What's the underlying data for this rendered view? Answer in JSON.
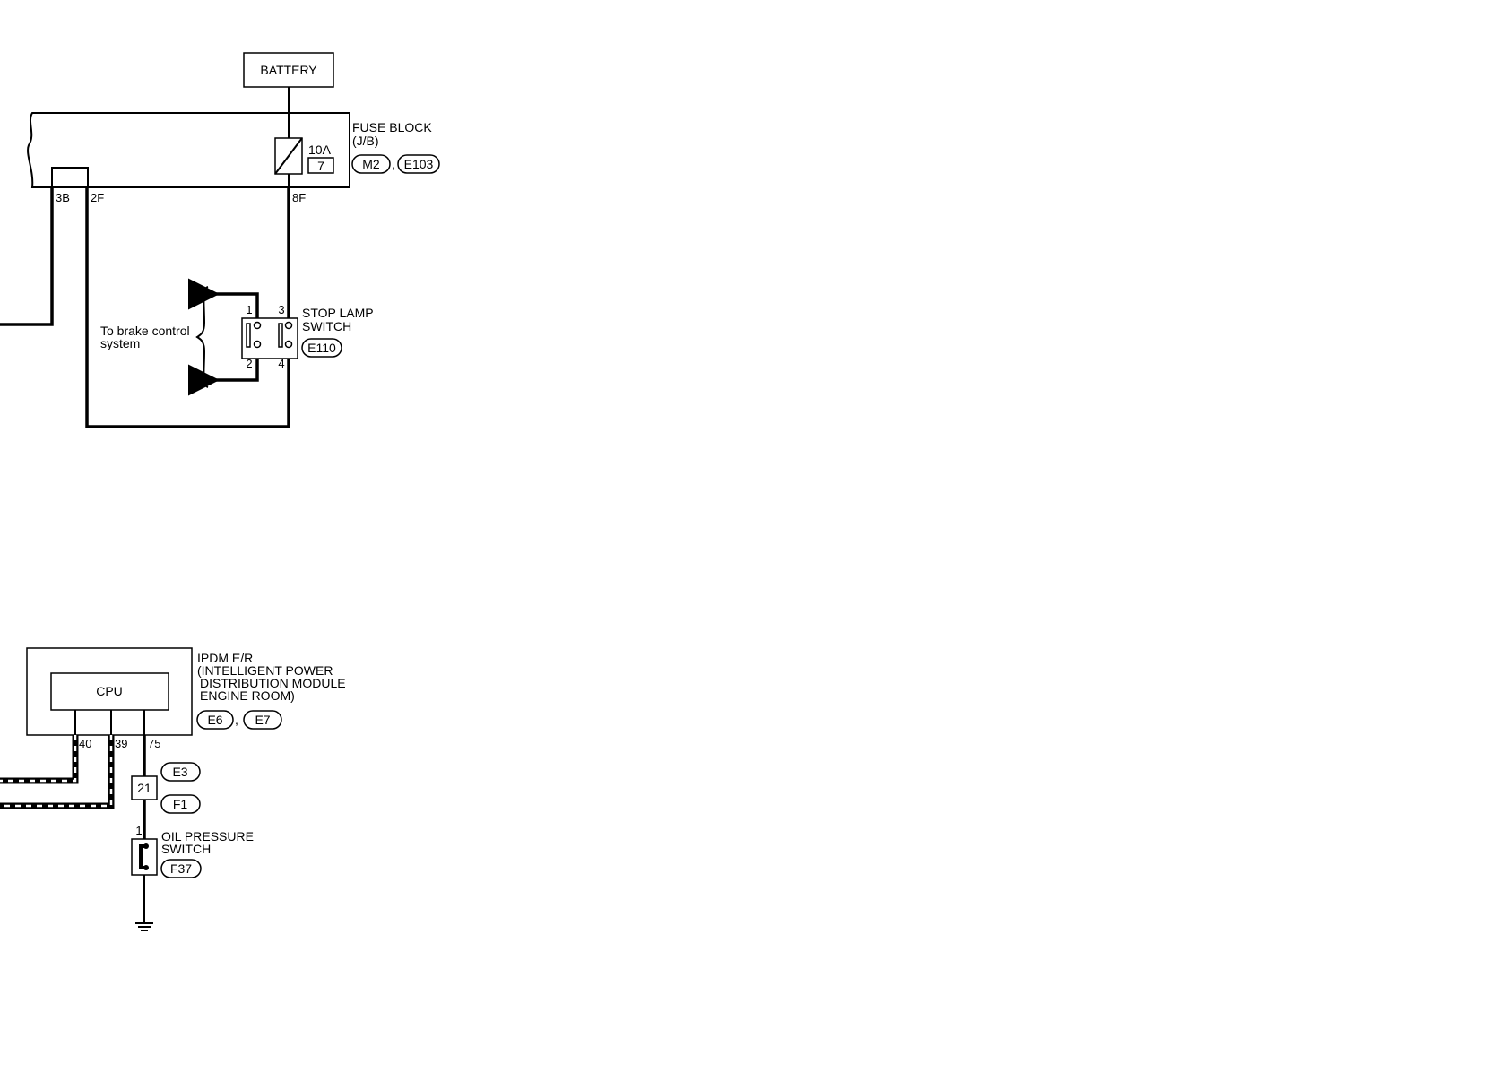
{
  "battery": {
    "label": "BATTERY"
  },
  "fuse_block": {
    "title_line1": "FUSE BLOCK",
    "title_line2": "(J/B)",
    "fuse_rating": "10A",
    "fuse_number": "7",
    "connector_a": "M2",
    "separator": ",",
    "connector_b": "E103",
    "pin_3b": "3B",
    "pin_2f": "2F",
    "pin_8f": "8F"
  },
  "stop_lamp_switch": {
    "title_line1": "STOP LAMP",
    "title_line2": "SWITCH",
    "connector": "E110",
    "pin_1": "1",
    "pin_2": "2",
    "pin_3": "3",
    "pin_4": "4",
    "note_line1": "To brake control",
    "note_line2": "system"
  },
  "ipdm": {
    "title_line1": "IPDM E/R",
    "title_line2": "(INTELLIGENT POWER",
    "title_line3": "DISTRIBUTION MODULE",
    "title_line4": "ENGINE ROOM)",
    "connector_a": "E6",
    "separator": ",",
    "connector_b": "E7",
    "cpu_label": "CPU",
    "pin_40": "40",
    "pin_39": "39",
    "pin_75": "75"
  },
  "joint_connector": {
    "pin": "21",
    "connector_top": "E3",
    "connector_bottom": "F1"
  },
  "oil_pressure_switch": {
    "title_line1": "OIL PRESSURE",
    "title_line2": "SWITCH",
    "connector": "F37",
    "pin_1": "1"
  }
}
